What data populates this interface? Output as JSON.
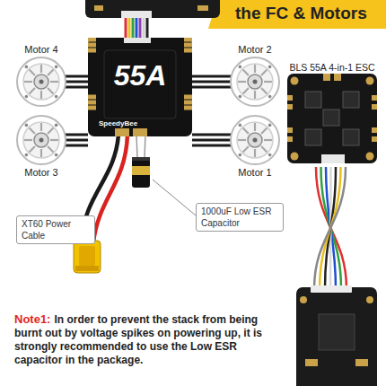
{
  "diagram": {
    "title": "the FC & Motors",
    "nodes": [
      {
        "text": [
          "Motor 4"
        ]
      },
      {
        "text": [
          "Motor 2"
        ]
      },
      {
        "text": [
          "55A",
          "SpeedyBee"
        ]
      },
      {
        "text": [
          "BLS 55A 4-in-1 ESC"
        ]
      },
      {
        "text": [
          "Motor 3"
        ]
      },
      {
        "text": [
          "Motor 1"
        ]
      },
      {
        "text": [
          "1000uF Low ESR Capacitor"
        ]
      },
      {
        "text": [
          "XT60 Power Cable"
        ]
      }
    ],
    "edges": [
      {
        "from": 2,
        "to": 0,
        "arrow": "none"
      },
      {
        "from": 2,
        "to": 1,
        "arrow": "none"
      },
      {
        "from": 2,
        "to": 4,
        "arrow": "none"
      },
      {
        "from": 2,
        "to": 5,
        "arrow": "none"
      }
    ],
    "labels": [
      "Note1:",
      "In order to prevent the stack from being burnt out by voltage spikes on powering up, it is strongly recommended to use the Low ESR capacitor in the package."
    ]
  }
}
